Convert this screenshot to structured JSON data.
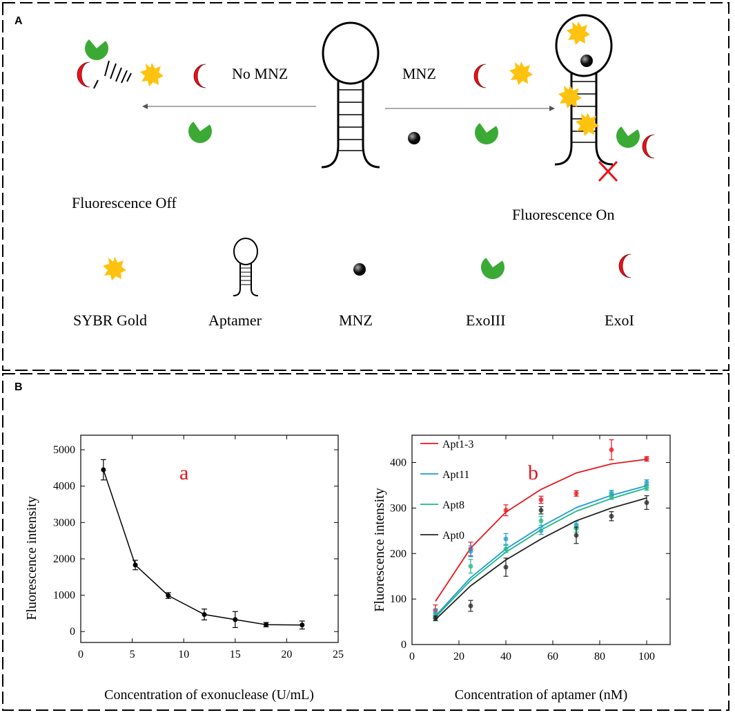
{
  "panel_a": {
    "label": "A",
    "arrow_left_label": "No MNZ",
    "arrow_right_label": "MNZ",
    "result_left": "Fluorescence Off",
    "result_right": "Fluorescence On",
    "legend": [
      {
        "icon": "sybr-gold-star",
        "label": "SYBR Gold"
      },
      {
        "icon": "aptamer-hairpin",
        "label": "Aptamer"
      },
      {
        "icon": "mnz-ball",
        "label": "MNZ"
      },
      {
        "icon": "exoiii-pacman",
        "label": "ExoIII"
      },
      {
        "icon": "exoi-crescent",
        "label": "ExoI"
      }
    ],
    "colors": {
      "star": "#FFC20E",
      "exoi": "#E8121B",
      "exoiii": "#3AAA35",
      "block_x": "#E8121B"
    }
  },
  "panel_b": {
    "label": "B"
  },
  "chart_data": [
    {
      "type": "line",
      "panel_letter": "a",
      "xlabel": "Concentration of exonuclease (U/mL)",
      "ylabel": "Fluorescence intensity",
      "xlim": [
        0,
        25
      ],
      "ylim": [
        -300,
        5400
      ],
      "xticks": [
        0,
        5,
        10,
        15,
        20,
        25
      ],
      "yticks": [
        0,
        1000,
        2000,
        3000,
        4000,
        5000
      ],
      "series": [
        {
          "color": "#000000",
          "x": [
            2.2,
            5.3,
            8.5,
            12.0,
            15.0,
            18.0,
            21.5
          ],
          "y": [
            4450,
            1830,
            990,
            470,
            330,
            190,
            180
          ],
          "err": [
            280,
            130,
            80,
            150,
            220,
            60,
            110
          ]
        }
      ]
    },
    {
      "type": "scatter",
      "panel_letter": "b",
      "xlabel": "Concentration of aptamer (nM)",
      "ylabel": "Fluorescence intensity",
      "xlim": [
        0,
        110
      ],
      "ylim": [
        0,
        460
      ],
      "xticks": [
        0,
        20,
        40,
        60,
        80,
        100
      ],
      "yticks": [
        0,
        100,
        200,
        300,
        400
      ],
      "x": [
        10,
        25,
        40,
        55,
        70,
        85,
        100
      ],
      "series": [
        {
          "name": "Apt1-3",
          "color": "#E8141B",
          "y": [
            75,
            210,
            295,
            318,
            332,
            428,
            408
          ],
          "err": [
            12,
            15,
            12,
            8,
            6,
            22,
            5
          ],
          "fit": [
            95,
            212,
            291,
            341,
            377,
            397,
            407
          ]
        },
        {
          "name": "Apt11",
          "color": "#1B9AD6",
          "y": [
            68,
            205,
            232,
            250,
            263,
            333,
            356
          ],
          "err": [
            10,
            12,
            12,
            8,
            8,
            6,
            6
          ],
          "fit": [
            63,
            147,
            210,
            259,
            301,
            328,
            349
          ]
        },
        {
          "name": "Apt8",
          "color": "#1DB784",
          "y": [
            60,
            172,
            210,
            272,
            255,
            325,
            345
          ],
          "err": [
            8,
            15,
            8,
            10,
            8,
            6,
            6
          ],
          "fit": [
            60,
            141,
            203,
            252,
            293,
            321,
            344
          ]
        },
        {
          "name": "Apt0",
          "color": "#222222",
          "y": [
            58,
            85,
            170,
            295,
            240,
            282,
            312
          ],
          "err": [
            5,
            12,
            20,
            8,
            18,
            10,
            15
          ],
          "fit": [
            55,
            129,
            186,
            232,
            272,
            300,
            322
          ]
        }
      ]
    }
  ]
}
